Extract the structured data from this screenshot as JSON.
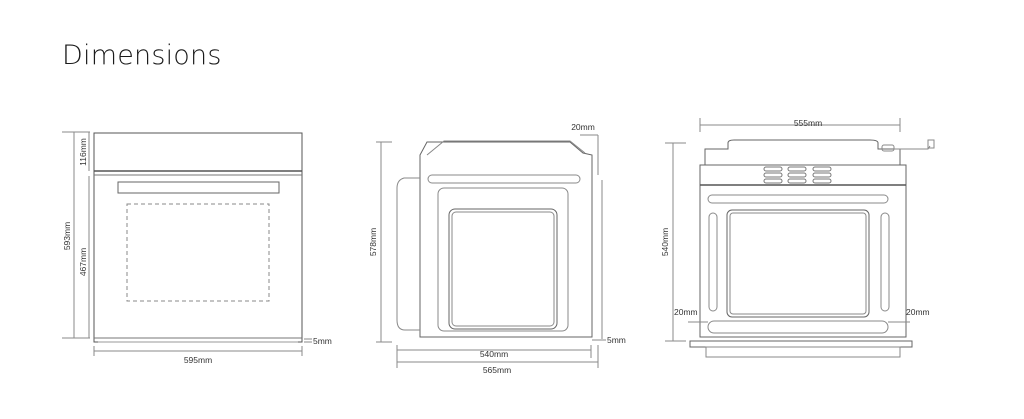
{
  "page": {
    "title": "Dimensions"
  },
  "diagrams": [
    {
      "view": "front",
      "labels": {
        "total_height": "593mm",
        "top_panel": "116mm",
        "door_height": "467mm",
        "bottom_gap": "5mm",
        "width": "595mm"
      }
    },
    {
      "view": "side",
      "labels": {
        "height": "578mm",
        "top_offset": "20mm",
        "bottom_gap": "5mm",
        "depth_inner": "540mm",
        "depth_total": "565mm"
      }
    },
    {
      "view": "top",
      "labels": {
        "depth": "540mm",
        "width": "555mm",
        "left_margin": "20mm",
        "right_margin": "20mm"
      }
    }
  ]
}
